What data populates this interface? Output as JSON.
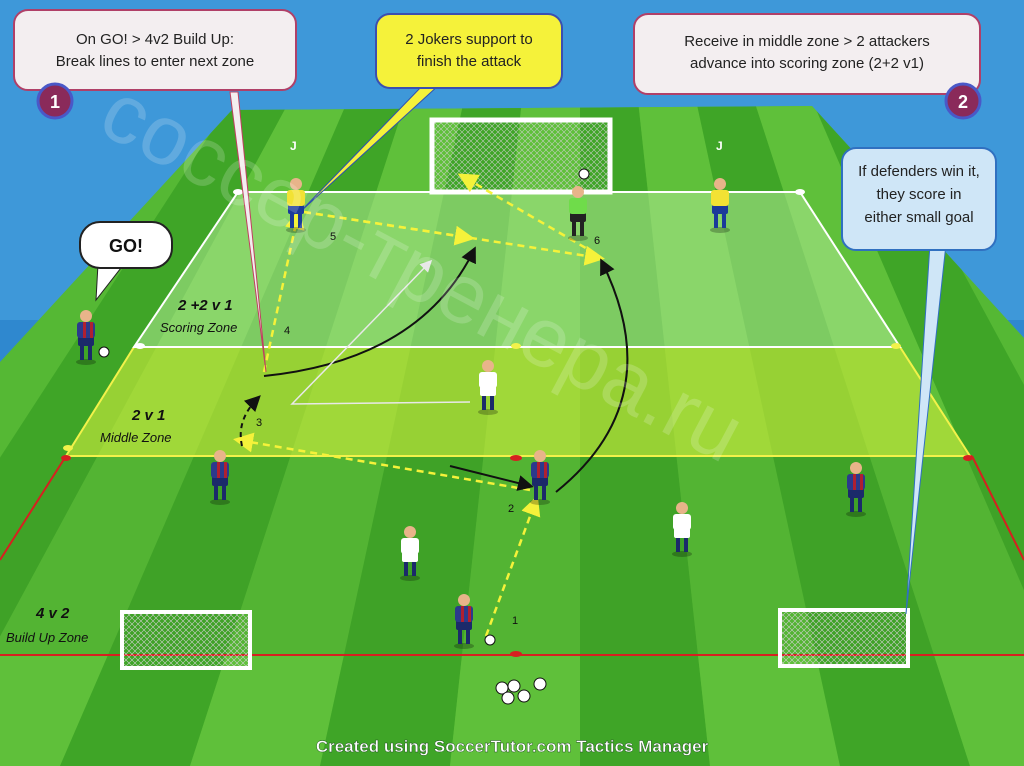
{
  "callouts": {
    "c1": {
      "line1": "On GO!  >  4v2 Build Up:",
      "line2": "Break lines to enter next zone",
      "badge": "1"
    },
    "c2": {
      "line1": "2 Jokers support to",
      "line2": "finish the attack"
    },
    "c3": {
      "line1": "Receive in middle zone > 2 attackers",
      "line2": "advance into scoring zone (2+2 v1)",
      "badge": "2"
    },
    "c4": {
      "line1": "If defenders win it,",
      "line2": "they score in",
      "line3": "either small goal"
    },
    "go": "GO!"
  },
  "zones": {
    "scoring": {
      "title": "2 +2 v 1",
      "subtitle": "Scoring Zone"
    },
    "middle": {
      "title": "2 v 1",
      "subtitle": "Middle Zone"
    },
    "buildup": {
      "title": "4 v 2",
      "subtitle": "Build Up Zone"
    }
  },
  "jokers": {
    "j1": "J",
    "j2": "J"
  },
  "steps": [
    "1",
    "2",
    "3",
    "4",
    "5",
    "6"
  ],
  "watermark": "соссер-тренера.ru",
  "footer": "Created using SoccerTutor.com Tactics Manager",
  "colors": {
    "pitch_light": "#5fc03a",
    "pitch_dark": "#3fa527",
    "scoring_zone": "#9be07a",
    "middle_zone": "#b8e23c",
    "attacker_shirt": "#2c3a8c",
    "defender_shirt": "#ffffff",
    "joker_shirt": "#f2e234",
    "keeper_shirt": "#6fdc4a",
    "pass_line": "#f5f23a",
    "boundary_red": "#d62020"
  }
}
